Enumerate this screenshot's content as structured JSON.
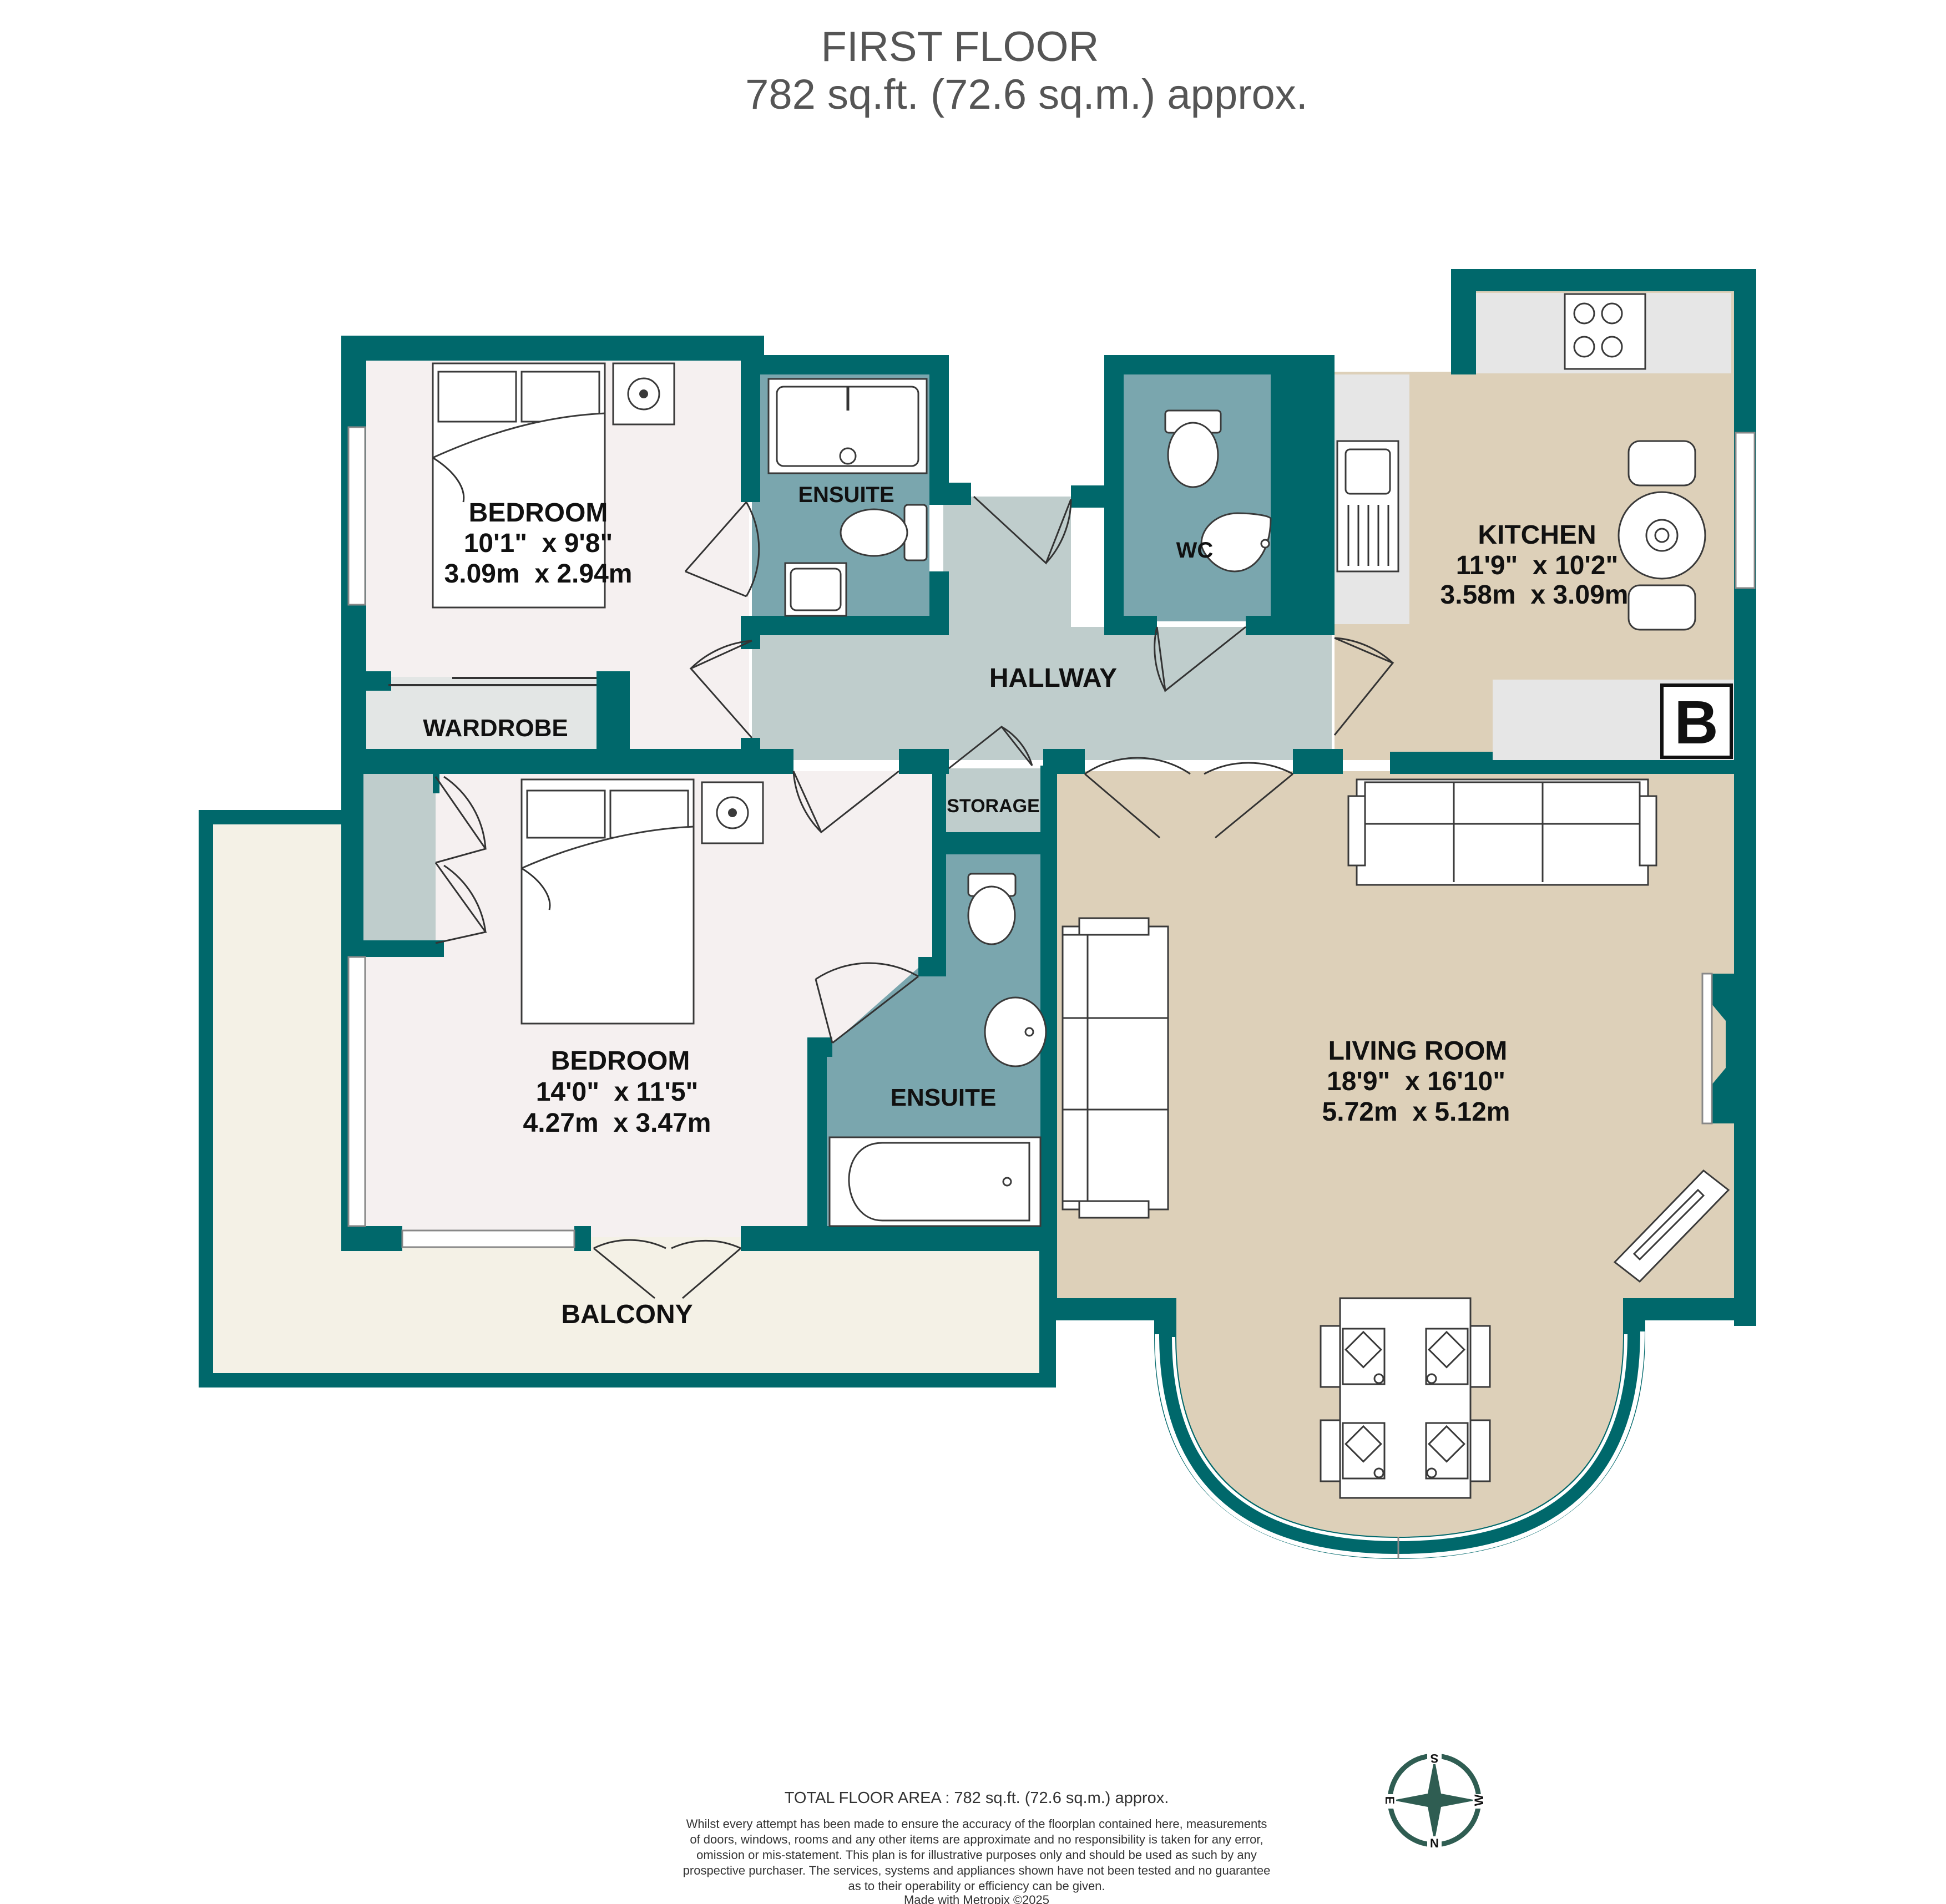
{
  "header": {
    "floor_title": "FIRST FLOOR",
    "floor_area": "782 sq.ft. (72.6 sq.m.) approx."
  },
  "rooms": {
    "bedroom1": {
      "name": "BEDROOM",
      "imperial": "10'1\"  x 9'8\"",
      "metric": "3.09m  x 2.94m"
    },
    "ensuite1": {
      "name": "ENSUITE"
    },
    "wc": {
      "name": "WC"
    },
    "kitchen": {
      "name": "KITCHEN",
      "imperial": "11'9\"  x 10'2\"",
      "metric": "3.58m  x 3.09m"
    },
    "boiler_mark": "B",
    "hallway": {
      "name": "HALLWAY"
    },
    "wardrobe": {
      "name": "WARDROBE"
    },
    "storage": {
      "name": "STORAGE"
    },
    "bedroom2": {
      "name": "BEDROOM",
      "imperial": "14'0\"  x 11'5\"",
      "metric": "4.27m  x 3.47m"
    },
    "ensuite2": {
      "name": "ENSUITE"
    },
    "living": {
      "name": "LIVING ROOM",
      "imperial": "18'9\"  x 16'10\"",
      "metric": "5.72m  x 5.12m"
    },
    "balcony": {
      "name": "BALCONY"
    }
  },
  "compass": {
    "north": "N",
    "south": "S",
    "east": "E",
    "west": "W",
    "icon": "compass-rose-icon"
  },
  "footer": {
    "total_area": "TOTAL FLOOR AREA : 782 sq.ft. (72.6 sq.m.) approx.",
    "disclaimer": [
      "Whilst every attempt has been made to ensure the accuracy of the floorplan contained here, measurements",
      "of doors, windows, rooms and any other items are approximate and no responsibility is taken for any error,",
      "omission or mis-statement. This plan is for illustrative purposes only and should be used as such by any",
      "prospective purchaser. The services, systems and appliances shown have not been tested and no guarantee",
      "as to their operability or efficiency can be given."
    ],
    "credit": "Made with Metropix ©2025"
  },
  "colors": {
    "wall": "#00686b",
    "bedroom_floor": "#f5f0f0",
    "bathroom_floor": "#7aa6ae",
    "hallway_floor": "#bfcdcc",
    "living_floor": "#ddd0b9",
    "balcony_floor": "#f4f1e6",
    "counter": "#e6e6e6"
  }
}
